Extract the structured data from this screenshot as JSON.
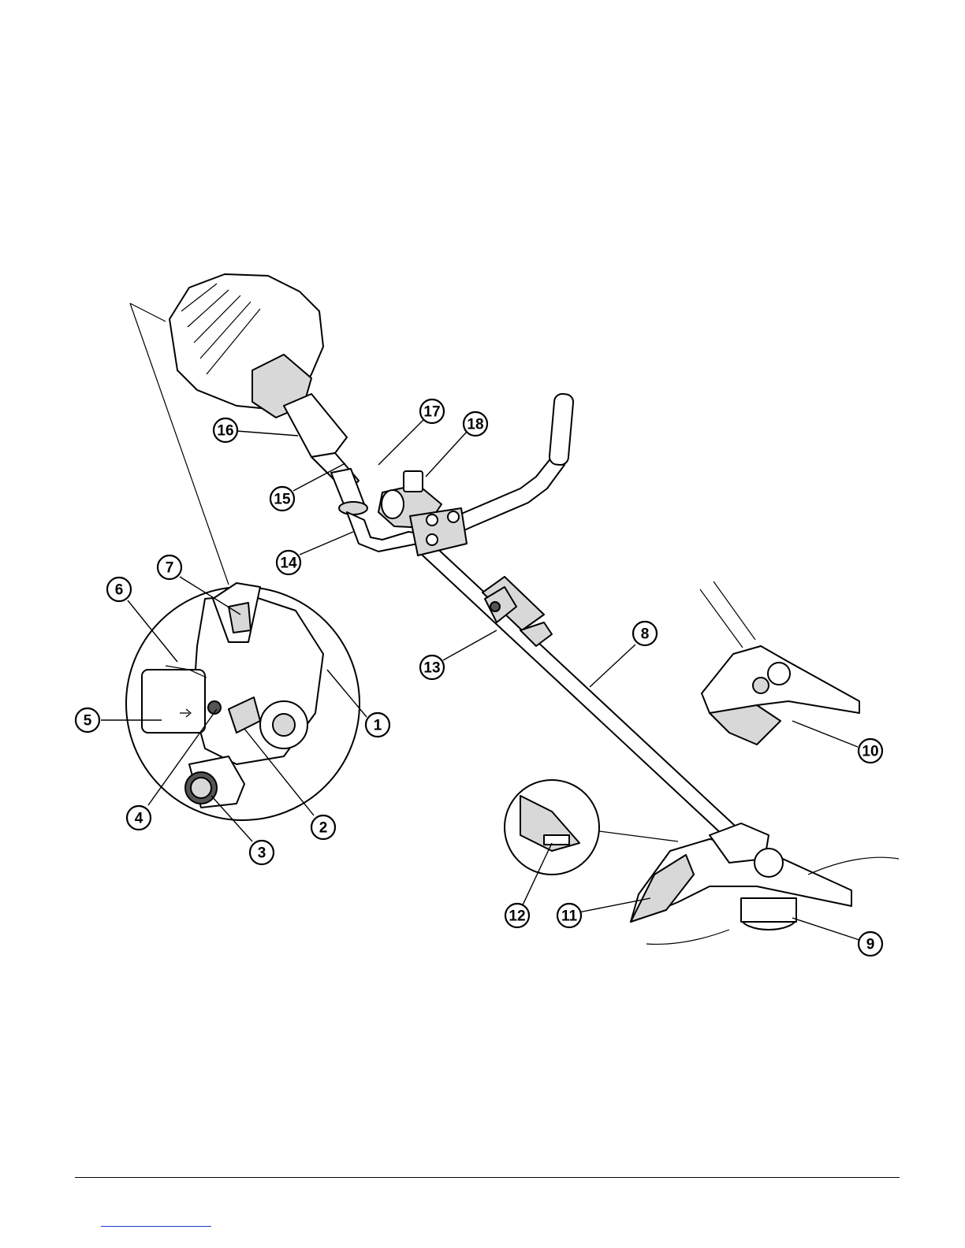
{
  "callouts": [
    {
      "id": "c1",
      "label": "1"
    },
    {
      "id": "c2",
      "label": "2"
    },
    {
      "id": "c3",
      "label": "3"
    },
    {
      "id": "c4",
      "label": "4"
    },
    {
      "id": "c5",
      "label": "5"
    },
    {
      "id": "c6",
      "label": "6"
    },
    {
      "id": "c7",
      "label": "7"
    },
    {
      "id": "c8",
      "label": "8"
    },
    {
      "id": "c9",
      "label": "9"
    },
    {
      "id": "c10",
      "label": "10"
    },
    {
      "id": "c11",
      "label": "11"
    },
    {
      "id": "c12",
      "label": "12"
    },
    {
      "id": "c13",
      "label": "13"
    },
    {
      "id": "c14",
      "label": "14"
    },
    {
      "id": "c15",
      "label": "15"
    },
    {
      "id": "c16",
      "label": "16"
    },
    {
      "id": "c17",
      "label": "17"
    },
    {
      "id": "c18",
      "label": "18"
    }
  ],
  "colors": {
    "line": "#000000",
    "background": "#ffffff",
    "link_underline": "#1a3cc9"
  }
}
